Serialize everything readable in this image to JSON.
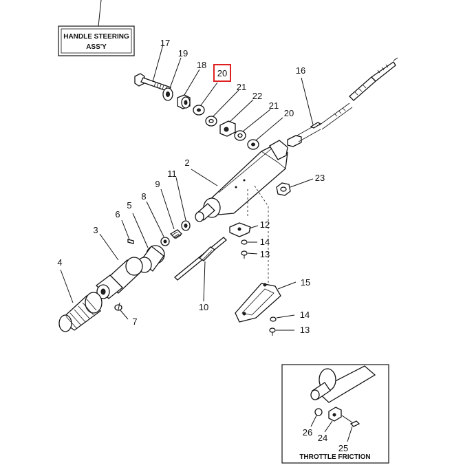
{
  "title_box": {
    "line1": "HANDLE STEERING",
    "line2": "ASS'Y"
  },
  "inset": {
    "caption": "THROTTLE FRICTION"
  },
  "highlight_color": "#e02020",
  "highlighted_callout": "20",
  "callouts": {
    "c17": "17",
    "c19": "19",
    "c18": "18",
    "c20a": "20",
    "c21a": "21",
    "c22": "22",
    "c21b": "21",
    "c20b": "20",
    "c16": "16",
    "c23": "23",
    "c2": "2",
    "c11": "11",
    "c9": "9",
    "c8": "8",
    "c5": "5",
    "c6": "6",
    "c3": "3",
    "c4": "4",
    "c7": "7",
    "c12": "12",
    "c14a": "14",
    "c13a": "13",
    "c10": "10",
    "c15": "15",
    "c14b": "14",
    "c13b": "13",
    "c26": "26",
    "c24": "24",
    "c25": "25"
  }
}
